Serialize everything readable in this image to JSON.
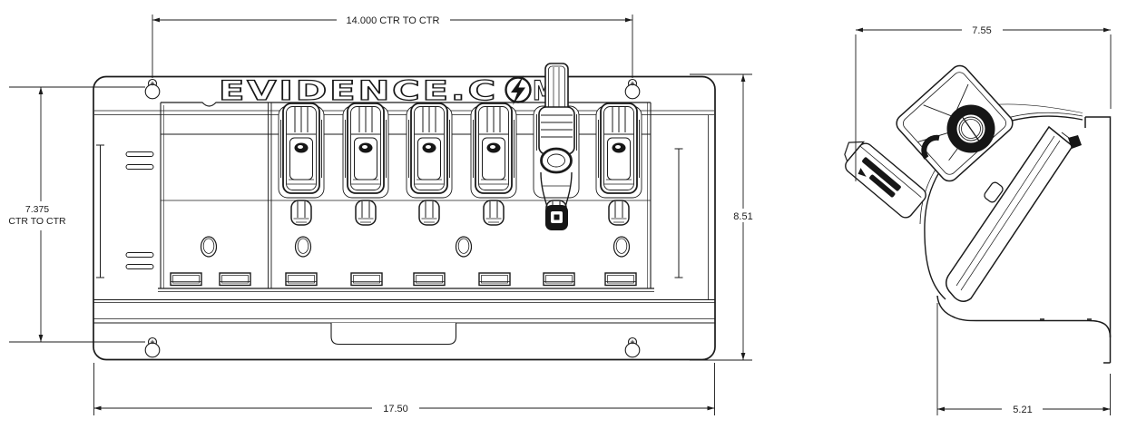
{
  "logo": {
    "full": "EVIDENCE.COM",
    "left_segment": "EVIDENCE.C",
    "right_segment": "M"
  },
  "front_view": {
    "dim_top": "14.000 CTR TO CTR",
    "dim_left_value": "7.375",
    "dim_left_unit": "CTR TO CTR",
    "dim_right": "8.51",
    "dim_bottom": "17.50",
    "bay_count": 6,
    "battery_count": 5,
    "camera_count": 1,
    "mount_keyhole_count": 4
  },
  "side_view": {
    "dim_top": "7.55",
    "dim_bottom": "5.21"
  },
  "colors": {
    "line": "#1b1b1b",
    "dark_fill": "#161616",
    "background": "#ffffff"
  }
}
